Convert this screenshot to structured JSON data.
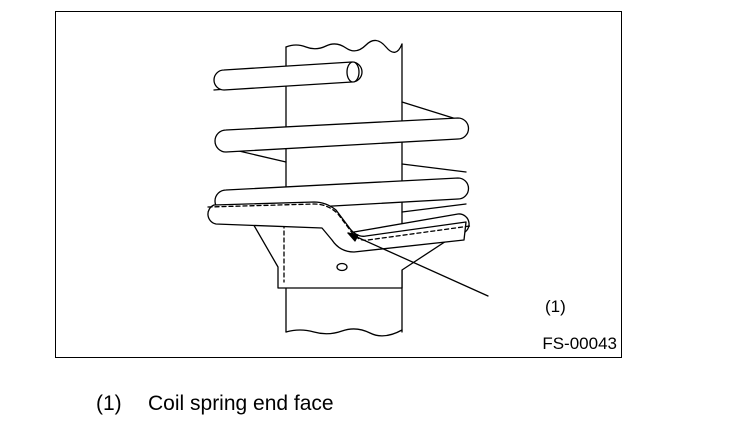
{
  "figure": {
    "callout": "(1)",
    "code": "FS-00043"
  },
  "legend": {
    "items": [
      {
        "ref": "(1)",
        "text": "Coil spring end face"
      }
    ]
  }
}
